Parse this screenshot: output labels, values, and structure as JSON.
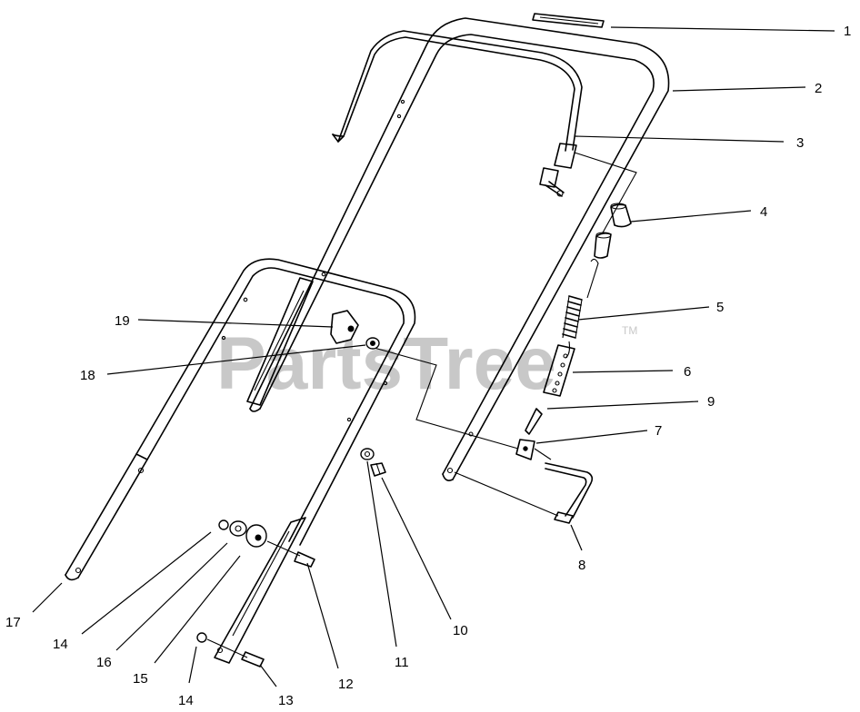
{
  "watermark": {
    "text": "PartsTree",
    "trademark": "TM"
  },
  "callouts": [
    {
      "id": "c1",
      "label": "1",
      "part": "handle-grip"
    },
    {
      "id": "c2",
      "label": "2",
      "part": "upper-handle"
    },
    {
      "id": "c3",
      "label": "3",
      "part": "bail-lever"
    },
    {
      "id": "c4",
      "label": "4",
      "part": "cable-end-cap"
    },
    {
      "id": "c5",
      "label": "5",
      "part": "spring"
    },
    {
      "id": "c6",
      "label": "6",
      "part": "adjuster-plate"
    },
    {
      "id": "c7",
      "label": "7",
      "part": "cable-bracket"
    },
    {
      "id": "c8",
      "label": "8",
      "part": "control-cable"
    },
    {
      "id": "c9",
      "label": "9",
      "part": "clip"
    },
    {
      "id": "c10",
      "label": "10",
      "part": "carriage-bolt"
    },
    {
      "id": "c11",
      "label": "11",
      "part": "washer"
    },
    {
      "id": "c12",
      "label": "12",
      "part": "bolt"
    },
    {
      "id": "c13",
      "label": "13",
      "part": "bolt"
    },
    {
      "id": "c14a",
      "label": "14",
      "part": "nut"
    },
    {
      "id": "c14b",
      "label": "14",
      "part": "nut"
    },
    {
      "id": "c15",
      "label": "15",
      "part": "wheel-knob"
    },
    {
      "id": "c16",
      "label": "16",
      "part": "washer"
    },
    {
      "id": "c17",
      "label": "17",
      "part": "lower-handle"
    },
    {
      "id": "c18",
      "label": "18",
      "part": "washer"
    },
    {
      "id": "c19",
      "label": "19",
      "part": "cable-guide"
    }
  ]
}
